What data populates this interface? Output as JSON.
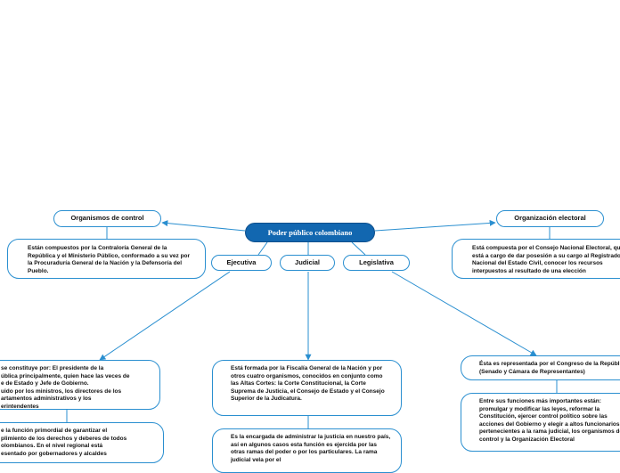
{
  "root": {
    "label": "Poder público colombiano"
  },
  "branches": {
    "organismos_control": {
      "label": "Organismos de control",
      "detail": "Están compuestos por la Contraloría General de la República y el Ministerio Público, conformado a su vez por la Procuraduría General de la Nación y la Defensoría del Pueblo."
    },
    "organizacion_electoral": {
      "label": "Organización electoral",
      "detail": "Está compuesta por el Consejo Nacional Electoral, que está a cargo de dar posesión a su cargo al Registrador Nacional del Estado Civil, conocer los recursos interpuestos al resultado de una elección"
    },
    "ejecutiva": {
      "label": "Ejecutiva",
      "detail_1": [
        "se constituye por: El presidente de la",
        "ública principalmente, quien hace las veces de",
        "e de Estado y Jefe de Gobierno.",
        "uido por los ministros, los directores de los",
        "artamentos administrativos y los",
        "erintendentes"
      ],
      "detail_2": [
        "e la función primordial de garantizar el",
        "plimiento de los derechos y deberes de todos",
        "olombianos. En el nivel regional está",
        "esentado por gobernadores y alcaldes"
      ]
    },
    "judicial": {
      "label": "Judicial",
      "detail_1": "Está formada por la Fiscalía General de la Nación y por otros cuatro organismos, conocidos en conjunto como las Altas Cortes: la Corte Constitucional, la Corte Suprema de Justicia, el Consejo de Estado y el Consejo Superior de la Judicatura.",
      "detail_2": "Es la encargada de administrar la justicia en nuestro país, así en algunos casos esta función es ejercida por las otras ramas del poder o por los particulares. La rama judicial vela por el"
    },
    "legislativa": {
      "label": "Legislativa",
      "detail_1": "Ésta es representada por el Congreso de la República (Senado y Cámara de Representantes)",
      "detail_2": "Entre sus funciones más importantes están: promulgar y modificar las leyes, reformar la Constitución, ejercer control político sobre las acciones del Gobierno y elegir a altos funcionarios pertenecientes a la rama judicial, los organismos de control y la Organización Electoral"
    }
  },
  "colors": {
    "root_fill": "#1267b0",
    "border": "#2a8fd0",
    "connector": "#2a8fd0",
    "text": "#111111"
  }
}
